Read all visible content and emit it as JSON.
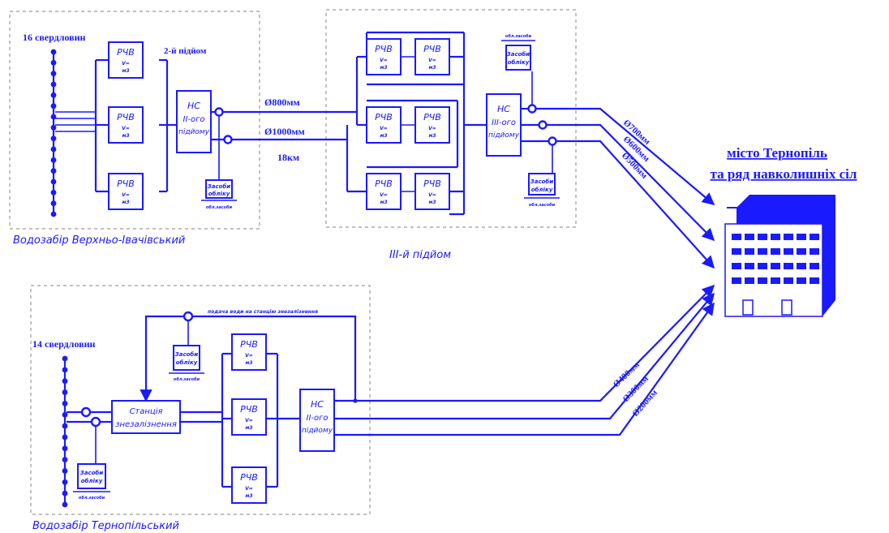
{
  "zones": {
    "verkhno": {
      "wells_label": "16 свердловин",
      "lift_label": "2-й підйом",
      "caption": "Водозабір Верхньо-Івачівський",
      "pump_station": [
        "НС",
        "ІІ-ого",
        "підйому"
      ],
      "reagent": [
        "Засоби",
        "обліку"
      ],
      "reagent_small": "обл.засоби",
      "wells_count": 16
    },
    "middle": {
      "caption": "ІІІ-й підйом",
      "pump_station": [
        "НС",
        "ІІІ-ого",
        "підйому"
      ],
      "reagent": [
        "Засоби",
        "обліку"
      ],
      "reagent_small": "обл.засоби"
    },
    "ternopil": {
      "wells_label": "14 свердловин",
      "caption": "Водозабір Тернопільський",
      "station": [
        "Станція",
        "знезалізнення"
      ],
      "pump_station": [
        "НС",
        "ІІ-ого",
        "підйому"
      ],
      "reagent": [
        "Засоби",
        "обліку"
      ],
      "reagent_small": "обл.засоби",
      "note": "подача води на станцію знезалізнення",
      "wells_count": 14
    }
  },
  "tank": {
    "line1": "РЧВ",
    "line2": "V=",
    "line3": "м3"
  },
  "pipes": {
    "d800": "Ø800мм",
    "d1000": "Ø1000мм",
    "length": "18км",
    "d700": "Ø700мм",
    "d600": "Ø600мм",
    "d500": "Ø500мм",
    "d400": "Ø400мм",
    "d300": "Ø300мм",
    "d200": "Ø200мм"
  },
  "city": {
    "line1": "місто Тернопіль",
    "line2": "та ряд навколишніх сіл"
  },
  "colors": {
    "accent": "#1a1aff",
    "zone_border": "#9a9a9a"
  }
}
